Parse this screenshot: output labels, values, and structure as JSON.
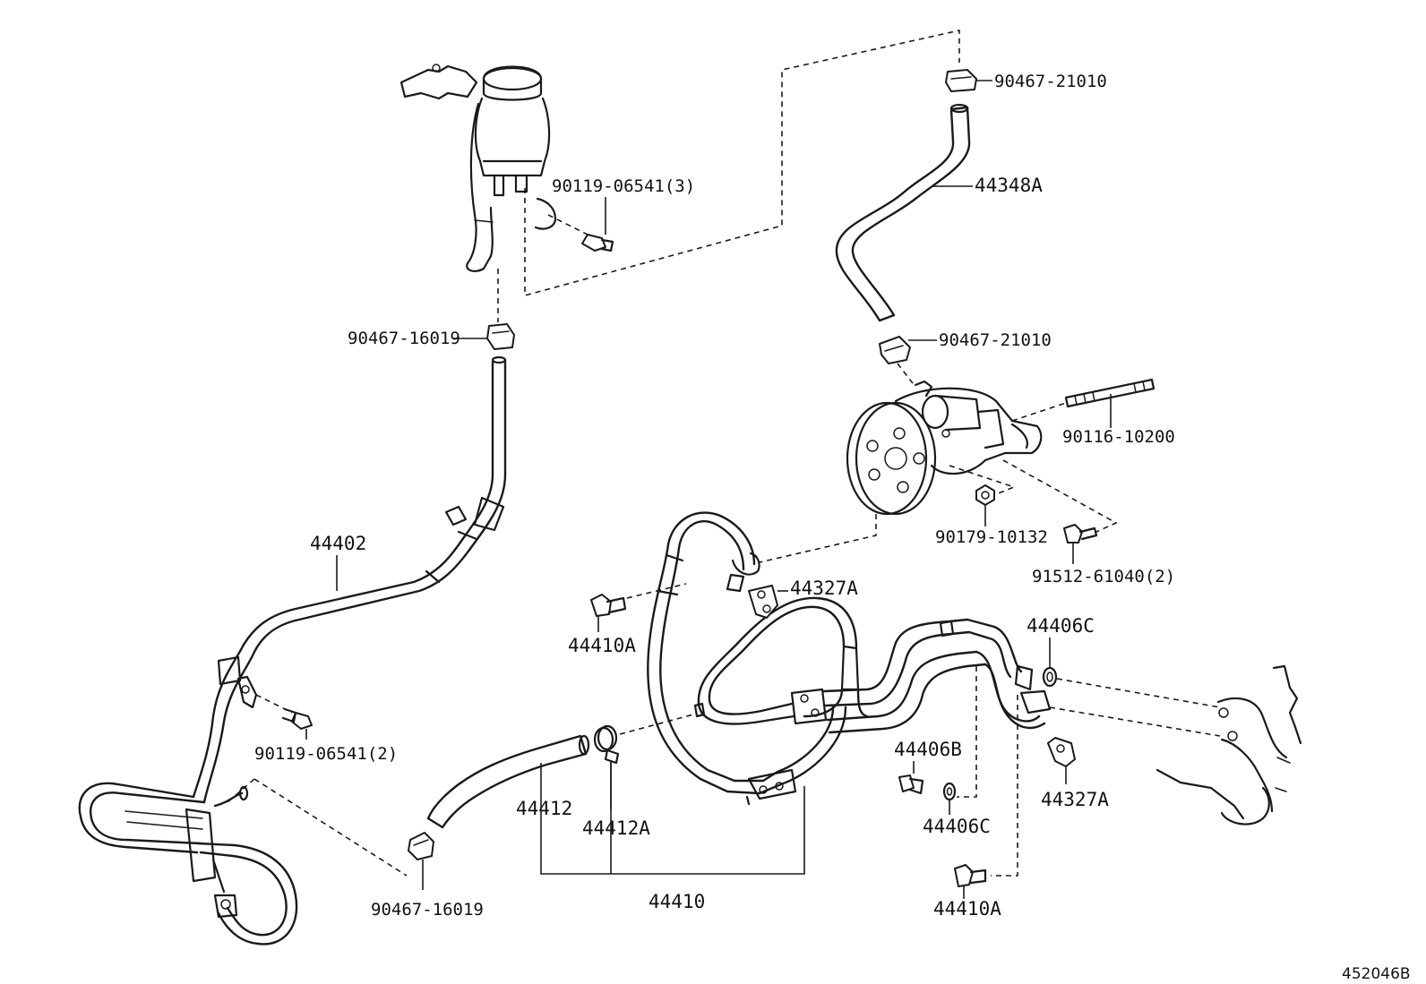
{
  "diagram": {
    "labels": {
      "l_90467_21010_top": "90467-21010",
      "l_44348A": "44348A",
      "l_90467_21010_mid": "90467-21010",
      "l_90119_06541_3": "90119-06541(3)",
      "l_90467_16019_top": "90467-16019",
      "l_90116_10200": "90116-10200",
      "l_90179_10132": "90179-10132",
      "l_91512_61040": "91512-61040(2)",
      "l_44402": "44402",
      "l_44327A_top": "44327A",
      "l_44410A_left": "44410A",
      "l_44406C_right": "44406C",
      "l_90119_06541_2": "90119-06541(2)",
      "l_44406B": "44406B",
      "l_44327A_right": "44327A",
      "l_44412": "44412",
      "l_44412A": "44412A",
      "l_44406C_lower": "44406C",
      "l_90467_16019_bottom": "90467-16019",
      "l_44410": "44410",
      "l_44410A_bottom": "44410A"
    },
    "code": "452046B"
  }
}
